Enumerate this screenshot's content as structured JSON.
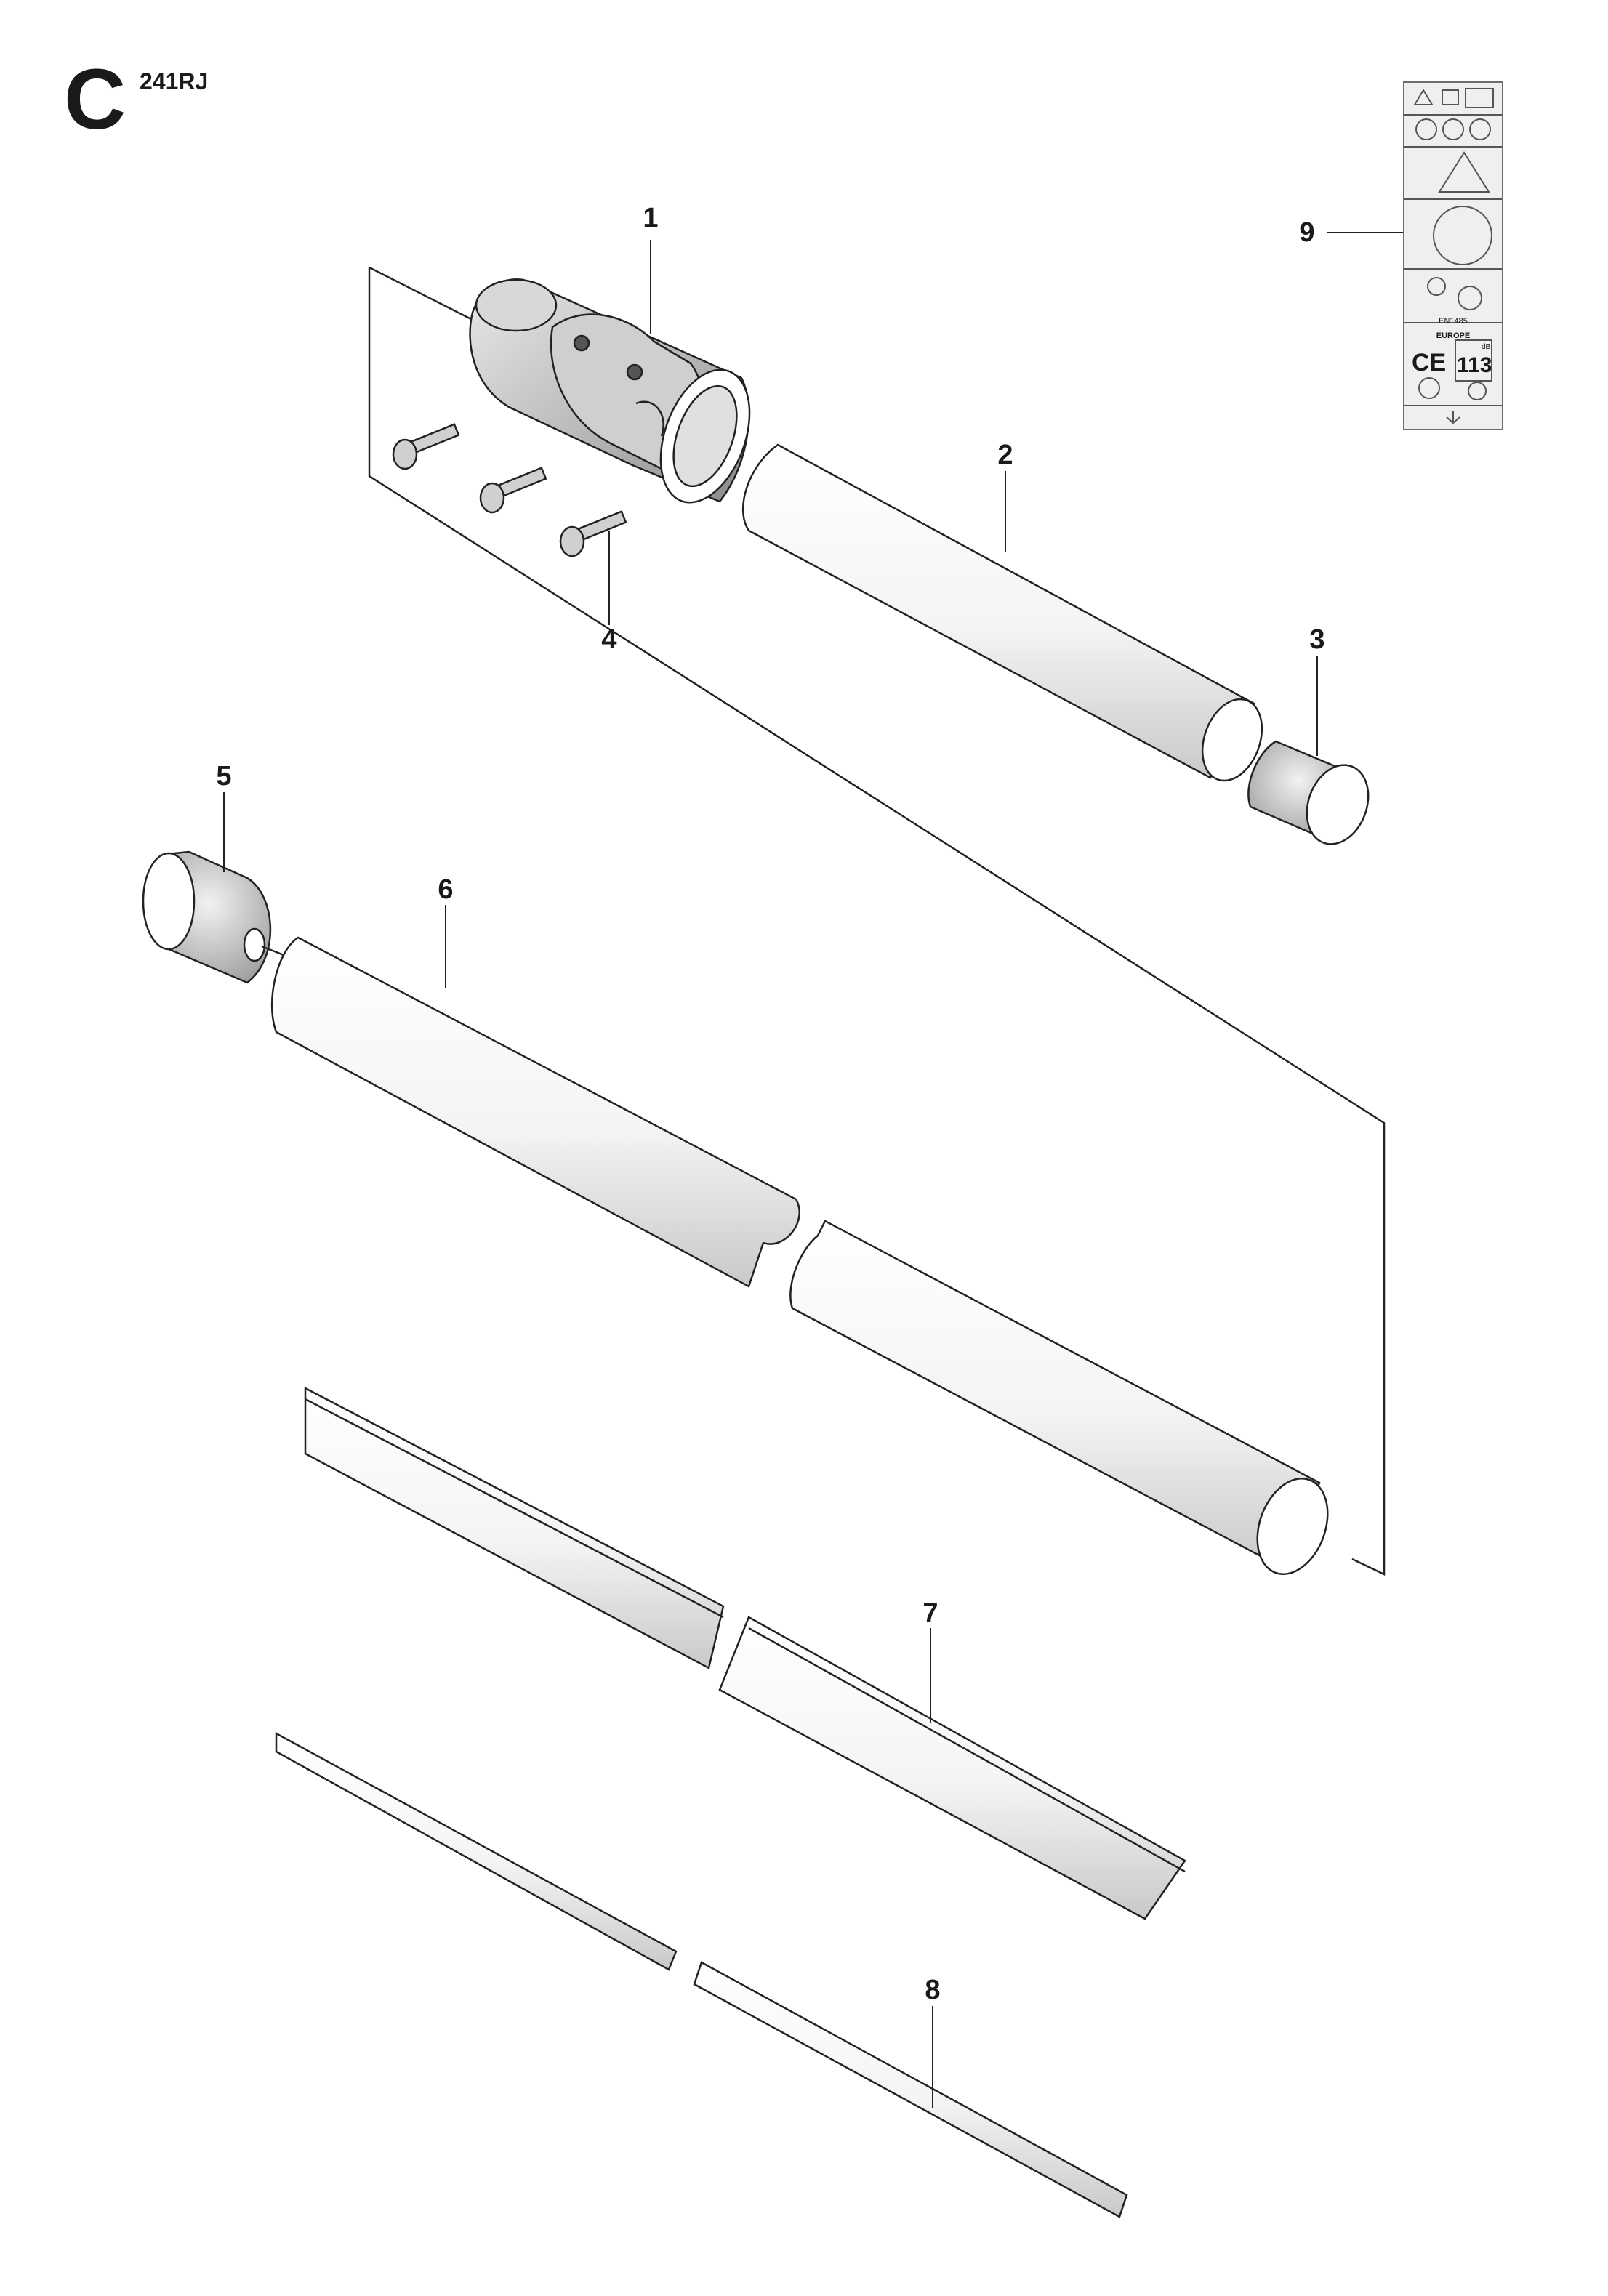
{
  "header": {
    "section_letter": "C",
    "model": "241RJ"
  },
  "callouts": {
    "c1": "1",
    "c2": "2",
    "c3": "3",
    "c4": "4",
    "c5": "5",
    "c6": "6",
    "c7": "7",
    "c8": "8",
    "c9": "9"
  },
  "decal": {
    "region": "EUROPE",
    "code": "EN1485",
    "mark": "CE",
    "noise_level": "113",
    "noise_unit": "dB"
  }
}
